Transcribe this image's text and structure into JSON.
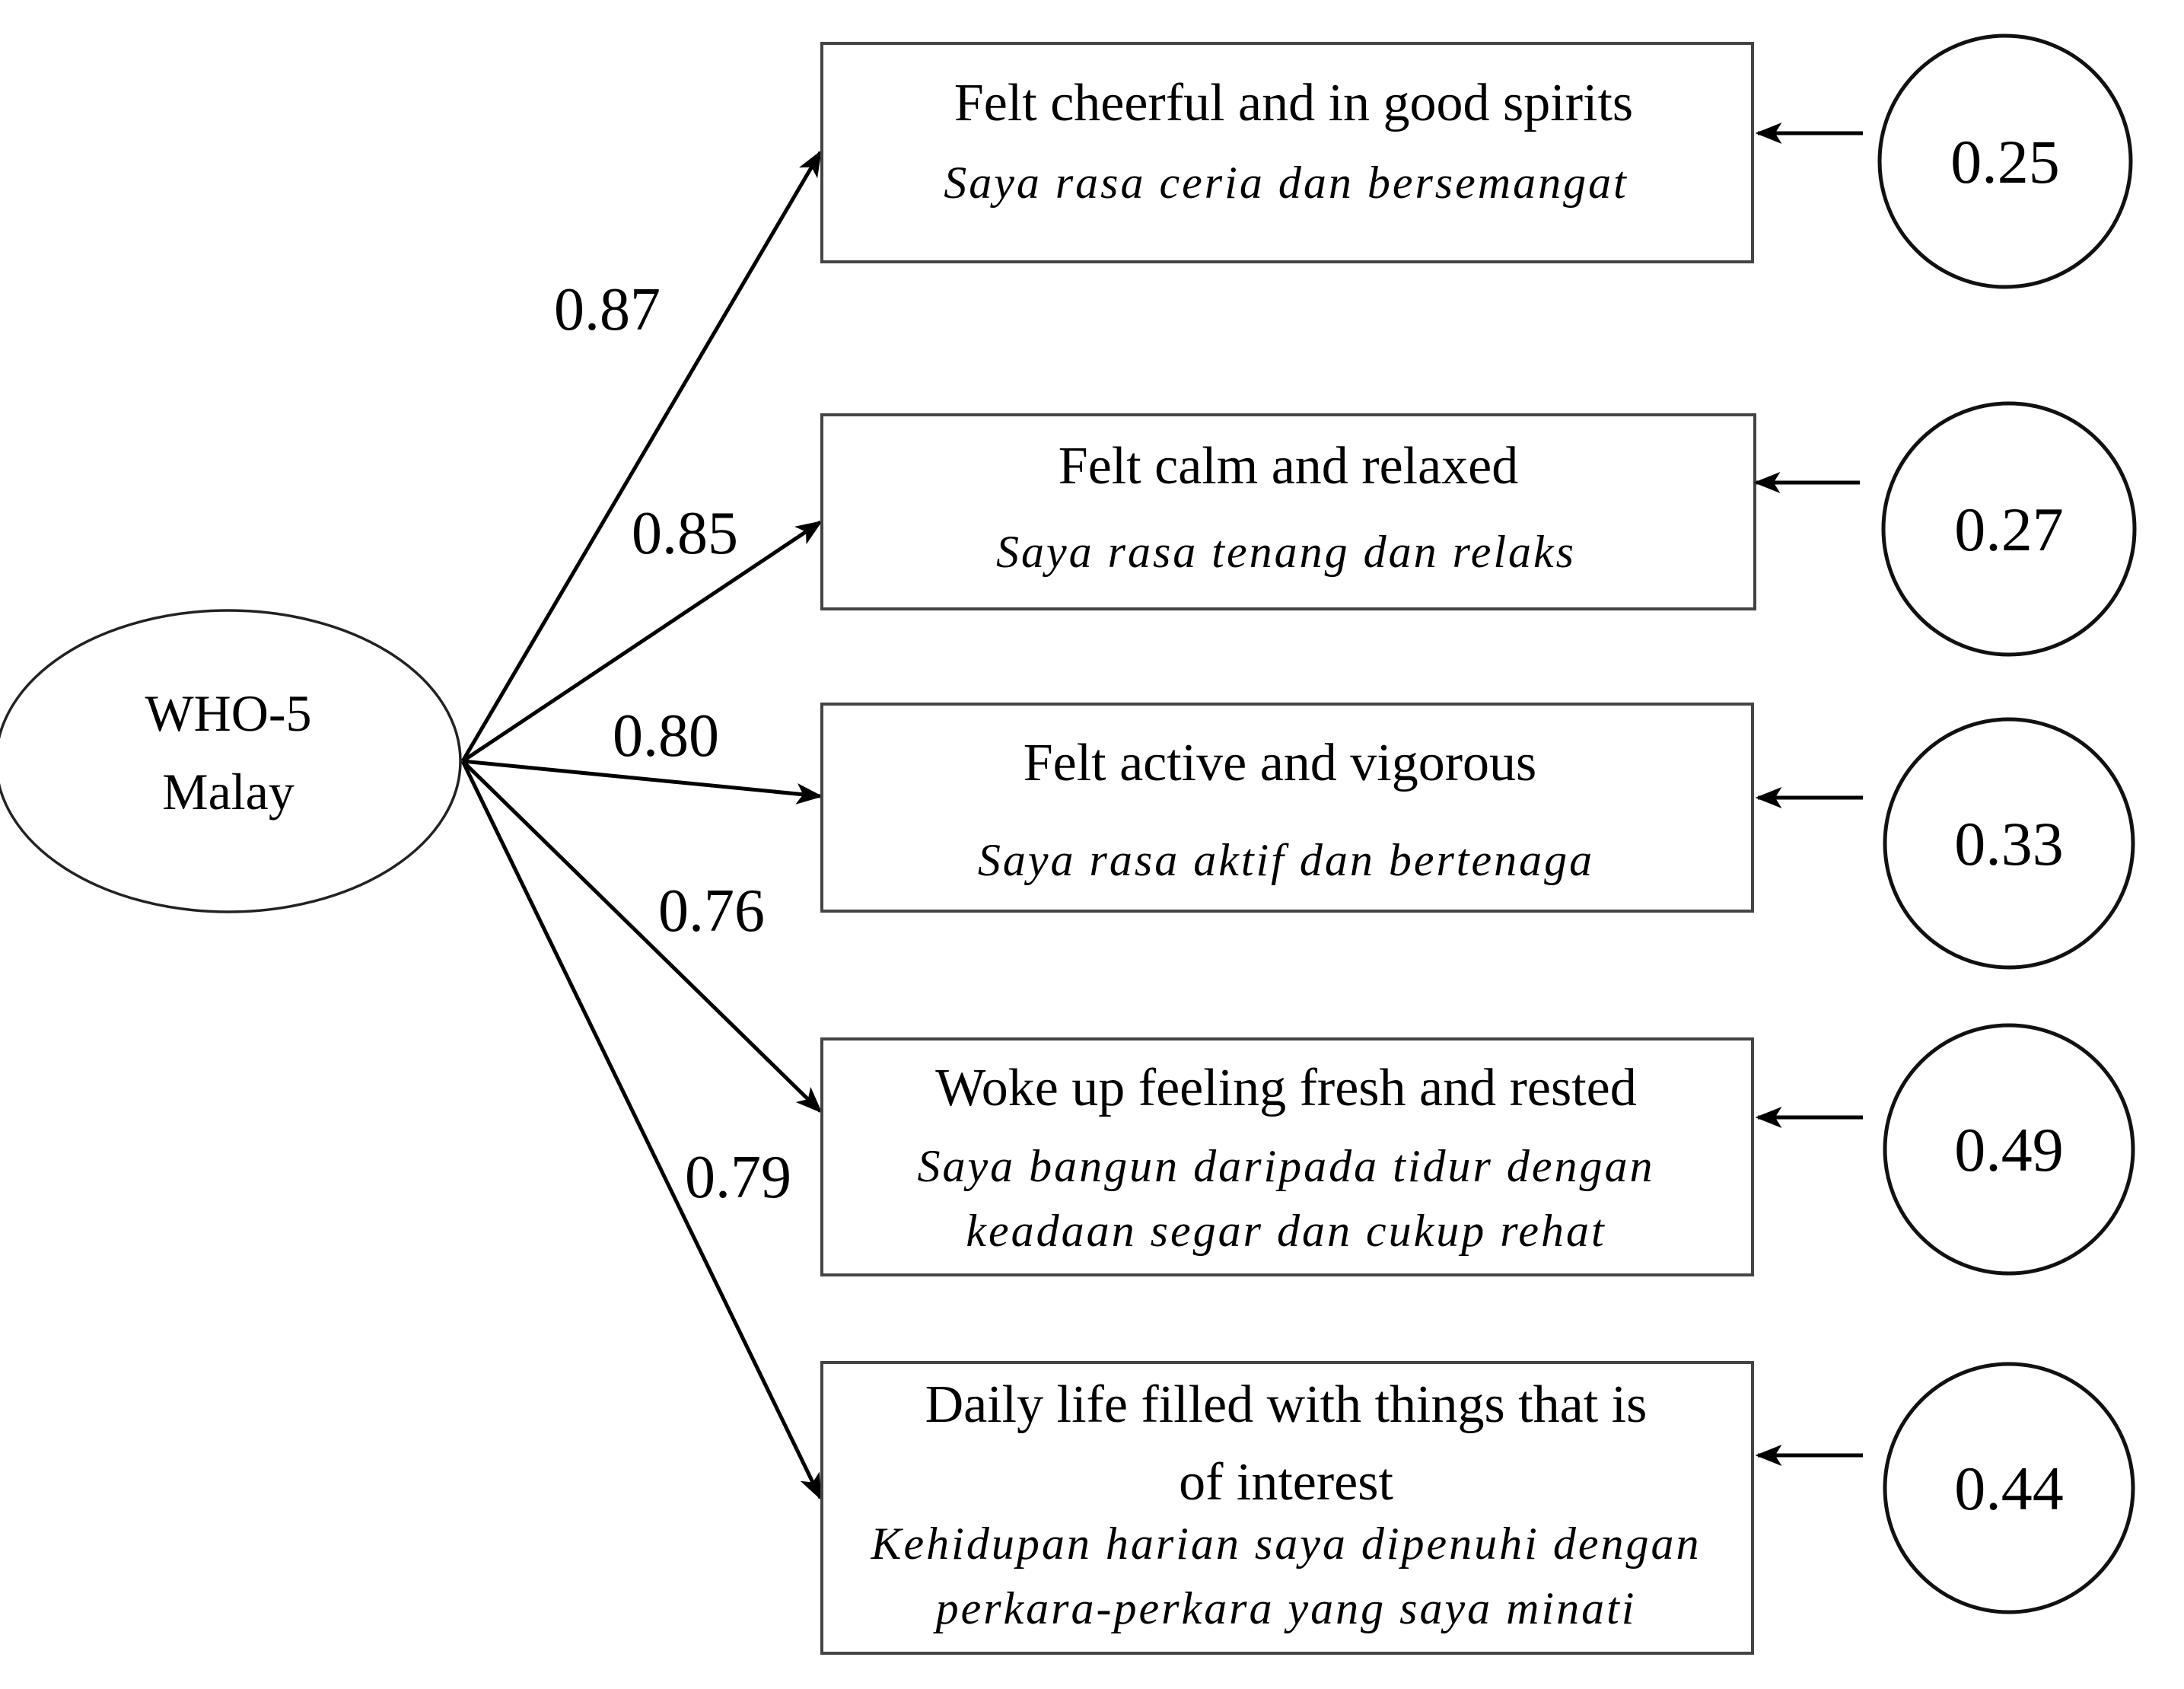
{
  "latent": {
    "line1": "WHO-5",
    "line2": "Malay"
  },
  "items": [
    {
      "en": [
        "Felt cheerful and in good spirits"
      ],
      "ms": [
        "Saya rasa ceria dan bersemangat"
      ],
      "loading": "0.87",
      "error": "0.25"
    },
    {
      "en": [
        "Felt calm and relaxed"
      ],
      "ms": [
        "Saya rasa tenang dan relaks"
      ],
      "loading": "0.85",
      "error": "0.27"
    },
    {
      "en": [
        "Felt active and vigorous"
      ],
      "ms": [
        "Saya rasa aktif dan bertenaga"
      ],
      "loading": "0.80",
      "error": "0.33"
    },
    {
      "en": [
        "Woke up feeling fresh and rested"
      ],
      "ms": [
        "Saya bangun daripada tidur dengan",
        "keadaan segar dan cukup rehat"
      ],
      "loading": "0.76",
      "error": "0.49"
    },
    {
      "en": [
        "Daily life filled with things that is",
        "of interest"
      ],
      "ms": [
        "Kehidupan harian saya dipenuhi dengan",
        "perkara-perkara yang saya minati"
      ],
      "loading": "0.79",
      "error": "0.44"
    }
  ]
}
